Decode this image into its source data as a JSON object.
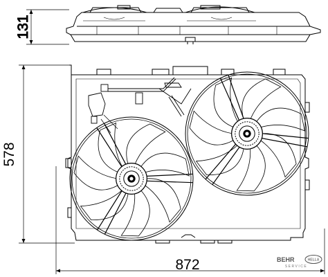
{
  "dimensions": {
    "height_top_view": "131",
    "height_front_view": "578",
    "width_front_view": "872"
  },
  "logo": {
    "brand": "BEHR",
    "brand_badge": "HELLA",
    "subline": "SERVICE"
  }
}
